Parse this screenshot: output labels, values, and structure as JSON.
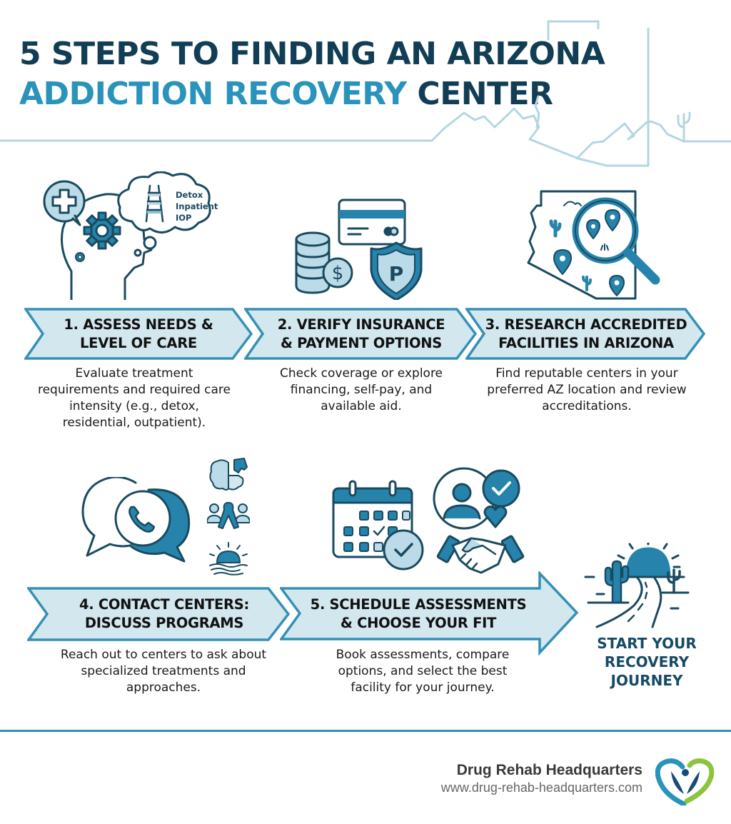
{
  "title": {
    "line1": "5 STEPS TO FINDING AN ARIZONA",
    "line2_accent": "ADDICTION RECOVERY",
    "line2_dark": " CENTER"
  },
  "colors": {
    "dark_navy": "#123e55",
    "accent_blue": "#2a93bc",
    "icon_blue": "#2683ab",
    "icon_light": "#bcdbe8",
    "banner_fill": "#d3e7ef",
    "banner_stroke": "#3590b6",
    "skyline": "#b4d6e2"
  },
  "steps": [
    {
      "number": "1",
      "title_line1": "1. ASSESS NEEDS &",
      "title_line2": "LEVEL OF CARE",
      "description": "Evaluate treatment requirements and required care intensity (e.g., detox, residential, outpatient).",
      "icon": "head-thought-cloud-icon",
      "icon_cloud_labels": [
        "Detox",
        "Inpatient",
        "IOP"
      ]
    },
    {
      "number": "2",
      "title_line1": "2. VERIFY INSURANCE",
      "title_line2": "& PAYMENT OPTIONS",
      "description": "Check coverage or explore financing, self-pay, and available aid.",
      "icon": "payment-insurance-icon",
      "icon_shield_letter": "P",
      "icon_coin_symbol": "$"
    },
    {
      "number": "3",
      "title_line1": "3. RESEARCH ACCREDITED",
      "title_line2": "FACILITIES IN ARIZONA",
      "description": "Find reputable centers in your preferred AZ location and review accreditations.",
      "icon": "arizona-map-search-icon"
    },
    {
      "number": "4",
      "title_line1": "4. CONTACT CENTERS:",
      "title_line2": "DISCUSS PROGRAMS",
      "description": "Reach out to centers to ask about specialized treatments and approaches.",
      "icon": "chat-phone-icon"
    },
    {
      "number": "5",
      "title_line1": "5. SCHEDULE ASSESSMENTS",
      "title_line2": "& CHOOSE YOUR FIT",
      "description": "Book assessments, compare options, and select the best facility for your journey.",
      "icon": "calendar-handshake-icon"
    }
  ],
  "journey": {
    "line1": "START YOUR",
    "line2": "RECOVERY",
    "line3": "JOURNEY",
    "icon": "desert-road-sunrise-icon"
  },
  "footer": {
    "brand_name": "Drug Rehab Headquarters",
    "url": "www.drug-rehab-headquarters.com",
    "logo": "heart-figure-logo-icon"
  }
}
